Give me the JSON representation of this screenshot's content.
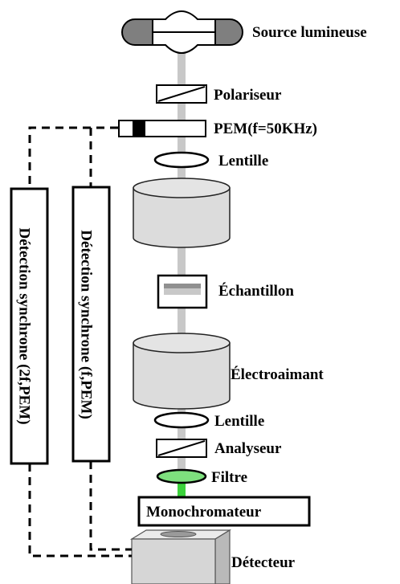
{
  "labels": {
    "source": "Source lumineuse",
    "polariseur": "Polariseur",
    "pem": "PEM(f=50KHz)",
    "lentille_top": "Lentille",
    "echantillon": "Échantillon",
    "electroaimant": "Électroaimant",
    "lentille_bottom": "Lentille",
    "analyseur": "Analyseur",
    "filtre": "Filtre",
    "monochromateur": "Monochromateur",
    "detecteur": "Détecteur",
    "detection_2f": "Détection  synchrone (2f,PEM)",
    "detection_f": "Détection  synchrone (f,PEM)"
  },
  "colors": {
    "beam": "#c8c8c8",
    "beam_filtered": "#3cd23c",
    "filter_fill": "#7ee07e",
    "device_gray": "#dcdcdc",
    "lamp_gray": "#7f7f7f"
  }
}
